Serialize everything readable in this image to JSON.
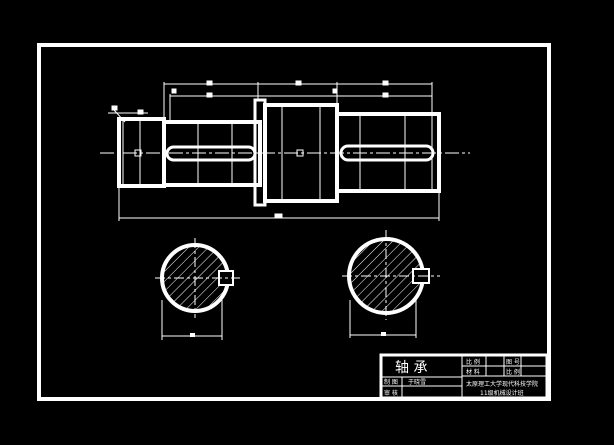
{
  "title_block": {
    "part_name": "轴 承",
    "row1_col1_label": "比 例",
    "row1_col2_label": "图 号",
    "row2_col1_label": "材 料",
    "row2_col2_label": "比 例",
    "row3_label": "制 图",
    "designer_name": "于晓雪",
    "row4_label": "审 核",
    "school_line1": "太原理工大学现代科技学院",
    "school_line2": "11级机械设计班"
  },
  "colors": {
    "background": "#000000",
    "line": "#ffffff",
    "centerline": "#ff3333",
    "hatch": "#ffffff"
  }
}
